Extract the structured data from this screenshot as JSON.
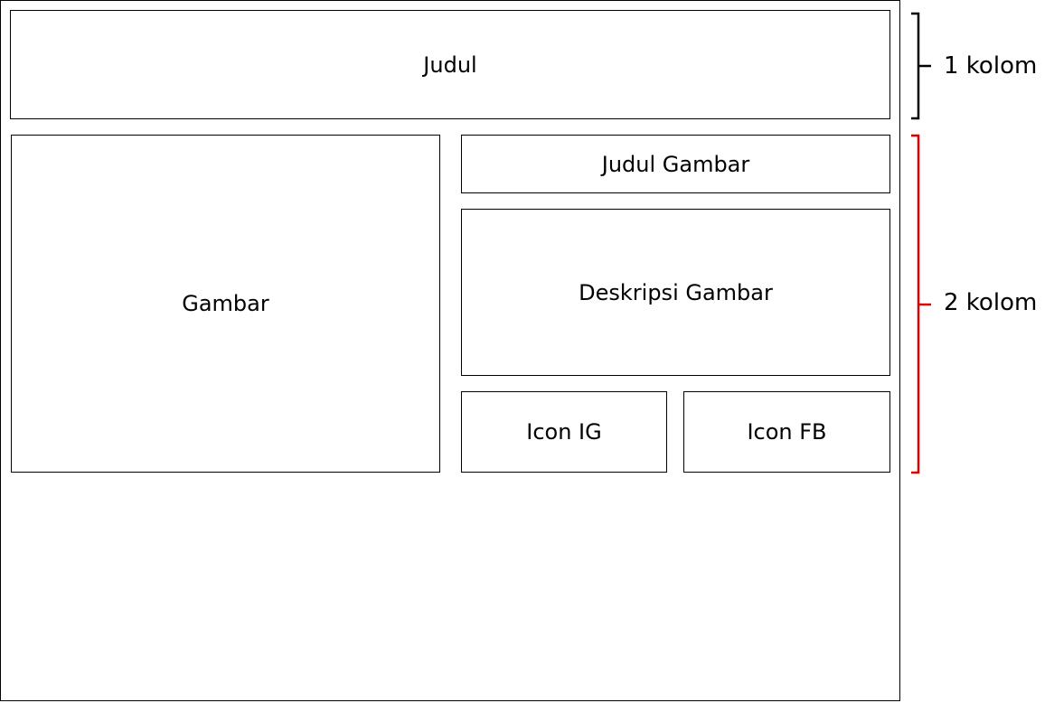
{
  "boxes": {
    "judul": "Judul",
    "gambar": "Gambar",
    "judul_gambar": "Judul Gambar",
    "deskripsi_gambar": "Deskripsi Gambar",
    "icon_ig": "Icon IG",
    "icon_fb": "Icon FB"
  },
  "annotations": {
    "row1_label": "1 kolom",
    "row2_label": "2 kolom"
  },
  "colors": {
    "bracket_row1": "#000000",
    "bracket_row2": "#e00000"
  }
}
